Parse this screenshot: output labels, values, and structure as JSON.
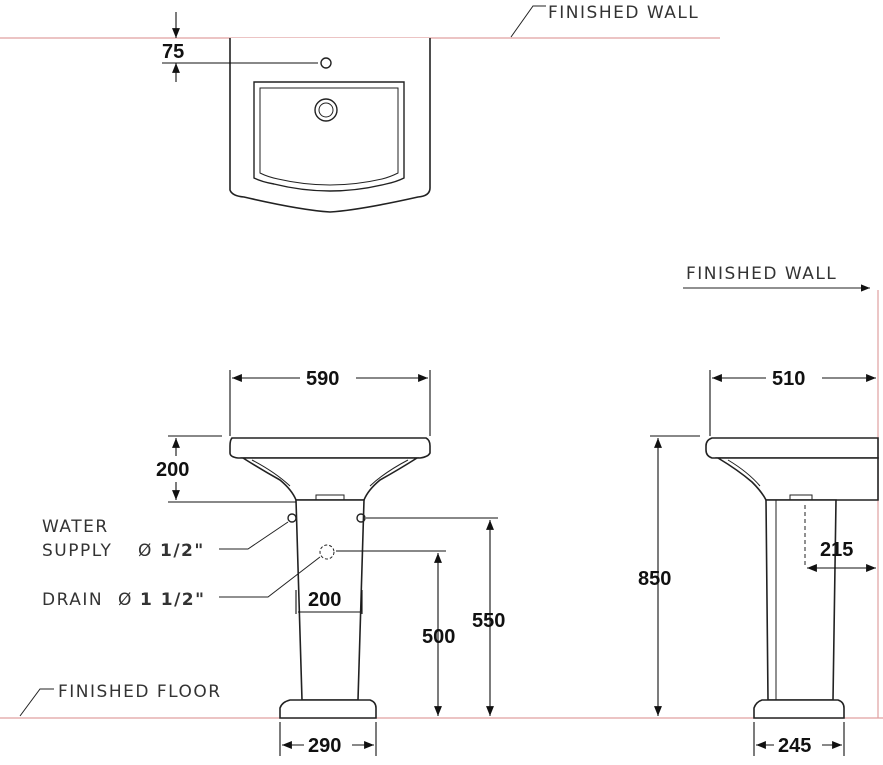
{
  "labels": {
    "finished_wall_top": "FINISHED  WALL",
    "finished_wall_right": "FINISHED  WALL",
    "finished_floor": "FINISHED  FLOOR",
    "water_supply_line1": "WATER",
    "water_supply_line2": "SUPPLY",
    "water_supply_size": "1/2\"",
    "drain": "DRAIN",
    "drain_size": "1 1/2\"",
    "diameter_symbol": "Ø"
  },
  "dimensions": {
    "tap_offset": "75",
    "basin_width": "590",
    "basin_height": "200",
    "pedestal_width": "200",
    "drain_height": "500",
    "supply_height": "550",
    "base_width_front": "290",
    "total_height": "850",
    "basin_depth": "510",
    "drain_from_wall": "215",
    "base_width_side": "245"
  },
  "colors": {
    "reference_line": "#e0a0a0",
    "outline": "#222222"
  }
}
